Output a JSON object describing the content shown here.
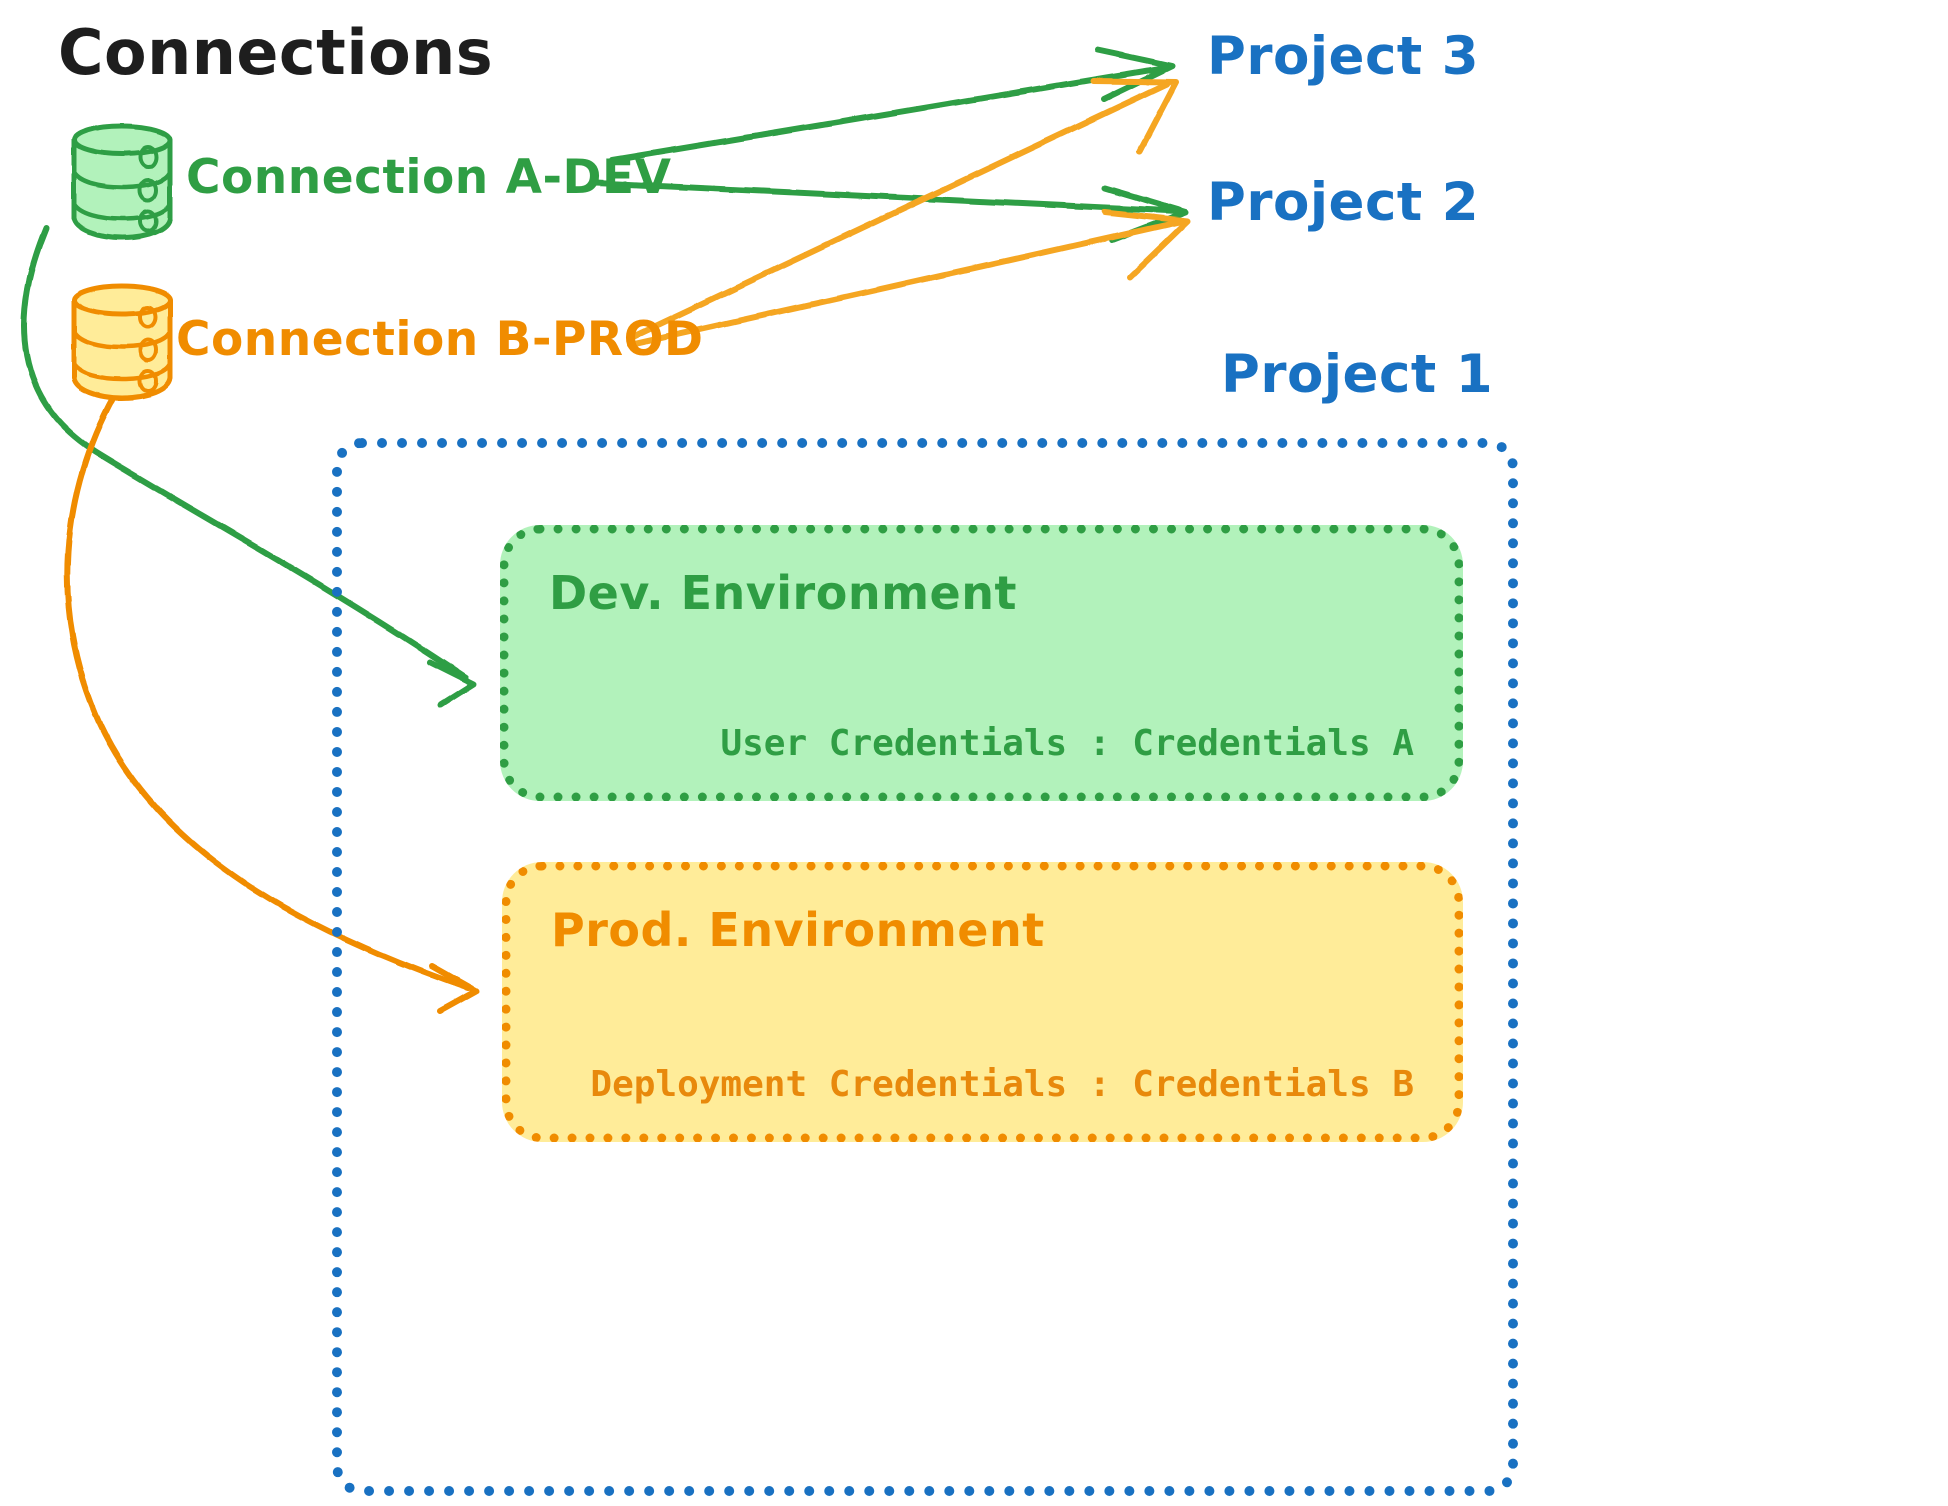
{
  "title": "Connections",
  "connections": [
    {
      "id": "a-dev",
      "label": "Connection A-DEV",
      "color": "#2f9e44",
      "icon": "database-cylinder-icon",
      "fill": "#b2f2bb"
    },
    {
      "id": "b-prod",
      "label": "Connection B-PROD",
      "color": "#f08c00",
      "icon": "database-cylinder-icon",
      "fill": "#ffec99"
    }
  ],
  "projects": [
    {
      "id": "project-3",
      "label": "Project 3",
      "color": "#1971c2"
    },
    {
      "id": "project-2",
      "label": "Project 2",
      "color": "#1971c2"
    },
    {
      "id": "project-1",
      "label": "Project 1",
      "color": "#1971c2"
    }
  ],
  "project_1_container": {
    "border_color": "#1971c2",
    "border_style": "dotted"
  },
  "environments": [
    {
      "id": "dev-environment",
      "title": "Dev. Environment",
      "credentials_label": "User Credentials",
      "credentials_separator": ":",
      "credentials_value": "Credentials A",
      "credentials_line": "User Credentials : Credentials A",
      "fill": "#b2f2bb",
      "stroke": "#2f9e44"
    },
    {
      "id": "prod-environment",
      "title": "Prod. Environment",
      "credentials_label": "Deployment Credentials",
      "credentials_separator": ":",
      "credentials_value": "Credentials B",
      "credentials_line": "Deployment Credentials : Credentials B",
      "fill": "#ffec99",
      "stroke": "#f08c00"
    }
  ],
  "edges": [
    {
      "id": "edge-a-dev-to-project-3",
      "from": "Connection A-DEV",
      "to": "Project 3",
      "color": "#2f9e44",
      "style": "straight-arrow"
    },
    {
      "id": "edge-a-dev-to-project-2",
      "from": "Connection A-DEV",
      "to": "Project 2",
      "color": "#2f9e44",
      "style": "straight-arrow"
    },
    {
      "id": "edge-a-dev-to-dev-environment",
      "from": "Connection A-DEV",
      "to": "Dev. Environment",
      "color": "#2f9e44",
      "style": "curved-arrow"
    },
    {
      "id": "edge-b-prod-to-project-3",
      "from": "Connection B-PROD",
      "to": "Project 3",
      "color": "#f5a623",
      "style": "straight-arrow"
    },
    {
      "id": "edge-b-prod-to-project-2",
      "from": "Connection B-PROD",
      "to": "Project 2",
      "color": "#f5a623",
      "style": "straight-arrow"
    },
    {
      "id": "edge-b-prod-to-prod-environment",
      "from": "Connection B-PROD",
      "to": "Prod. Environment",
      "color": "#f08c00",
      "style": "curved-arrow"
    }
  ],
  "colors": {
    "green": "#2f9e44",
    "green_fill": "#b2f2bb",
    "orange": "#f08c00",
    "orange_arrow": "#f5a623",
    "yellow_fill": "#ffec99",
    "blue": "#1971c2",
    "text_dark": "#1e1e1e",
    "background": "#ffffff"
  }
}
